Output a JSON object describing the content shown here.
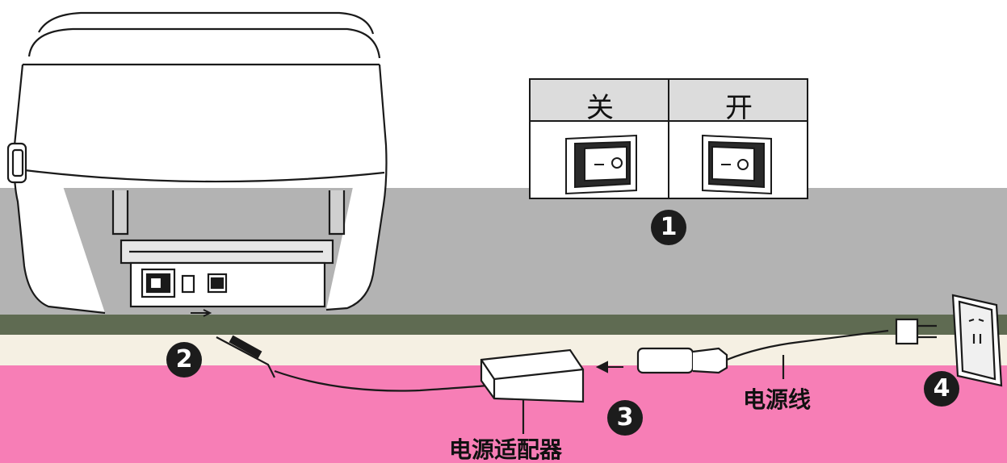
{
  "switch_table": {
    "off_label": "关",
    "on_label": "开"
  },
  "steps": {
    "one": "1",
    "two": "2",
    "three": "3",
    "four": "4"
  },
  "labels": {
    "power_cord": "电源线",
    "power_adapter": "电源适配器"
  },
  "colors": {
    "gray_band": "#b3b3b3",
    "cream_band": "#f5f0e3",
    "pink_band": "#f77eb6",
    "olive_strip": "#5f6b52",
    "outline": "#1a1a1a"
  }
}
